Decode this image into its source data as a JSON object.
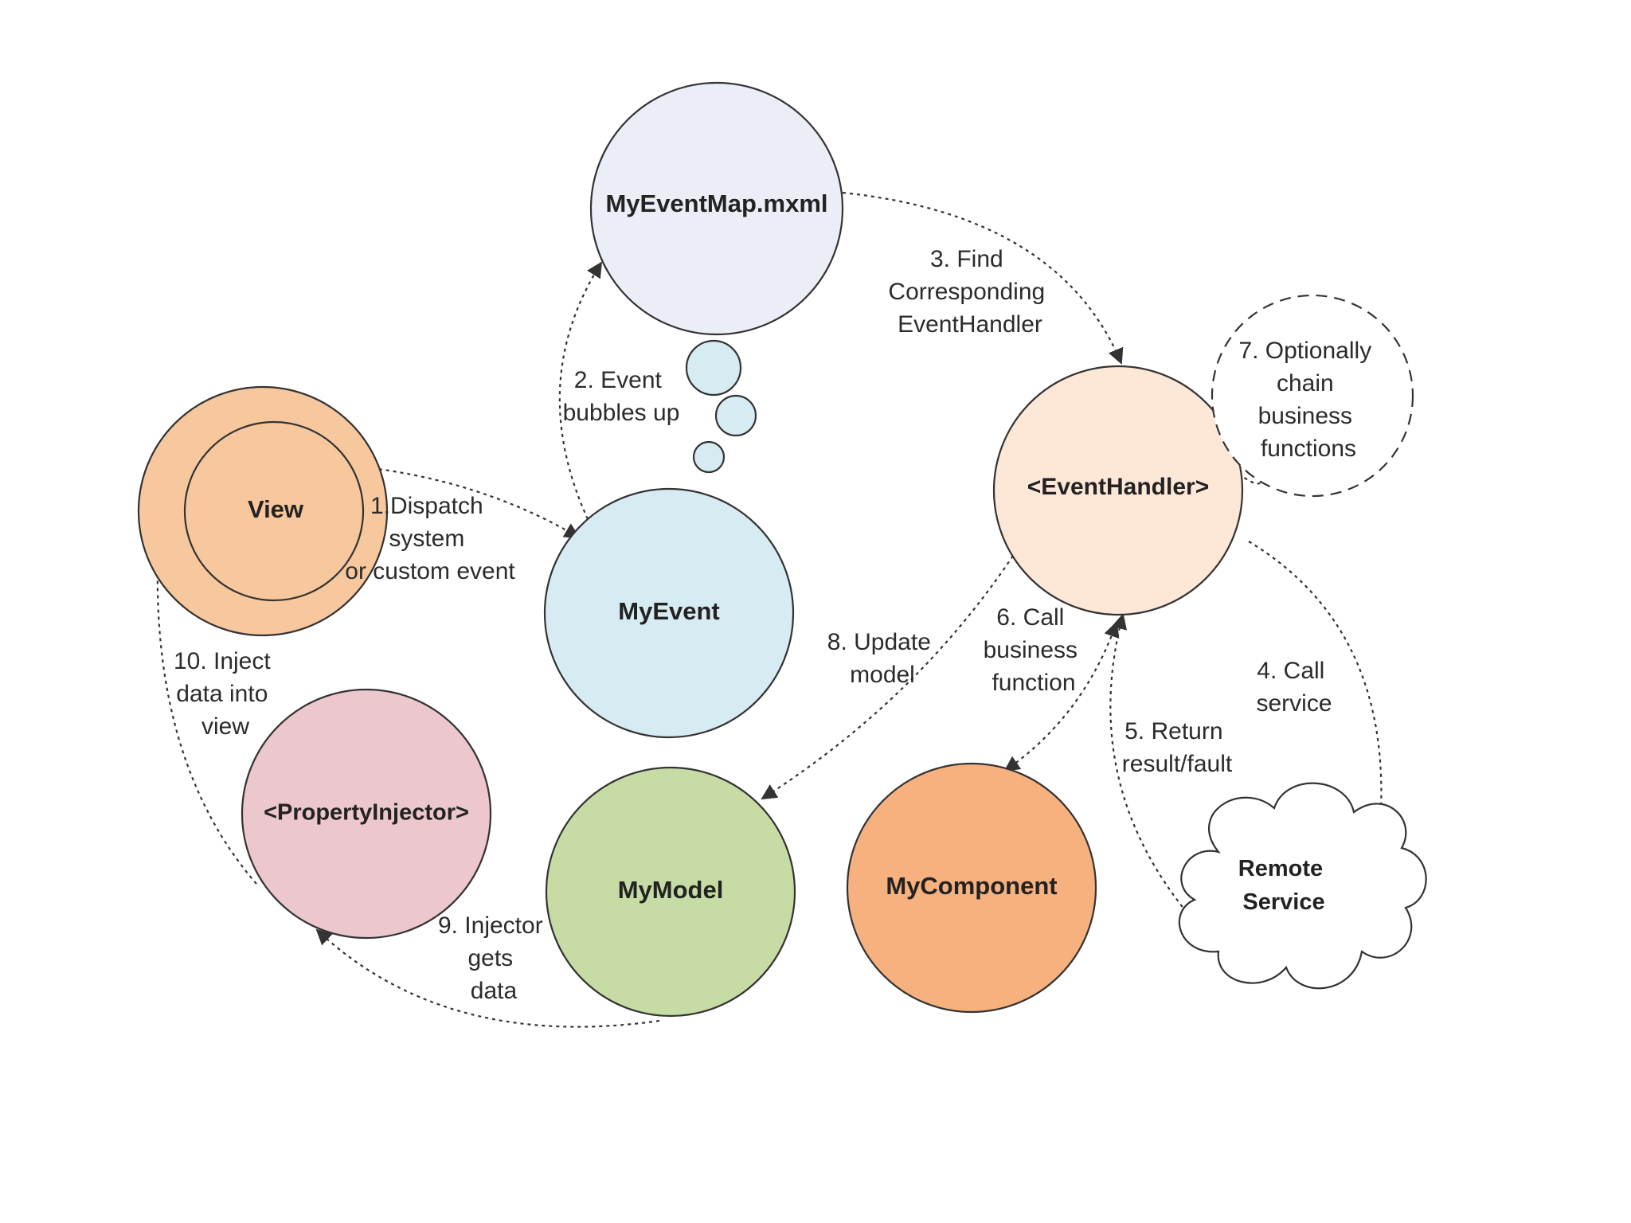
{
  "colors": {
    "event_map": "#eceef7",
    "my_event": "#d6ebf2",
    "bubble": "#d6ebf2",
    "view": "#f7c79d",
    "event_handler": "#fde7d7",
    "property_injector": "#ecc7cd",
    "my_model": "#c7dba5",
    "my_component": "#f6b17f",
    "cloud": "#ffffff",
    "stroke": "#333333"
  },
  "nodes": {
    "event_map": "MyEventMap.mxml",
    "my_event": "MyEvent",
    "view": "View",
    "event_handler": "<EventHandler>",
    "property_injector": "<PropertyInjector>",
    "my_model": "MyModel",
    "my_component": "MyComponent",
    "remote_service": [
      "Remote",
      "Service"
    ]
  },
  "steps": {
    "s1": [
      "1.Dispatch",
      "system",
      "or custom event"
    ],
    "s2": [
      "2. Event",
      "bubbles up"
    ],
    "s3": [
      "3. Find",
      "Corresponding",
      "EventHandler"
    ],
    "s4": [
      "4. Call",
      "service"
    ],
    "s5": [
      "5. Return",
      "result/fault"
    ],
    "s6": [
      "6. Call",
      "business",
      "function"
    ],
    "s7": [
      "7. Optionally",
      "chain",
      "business",
      "functions"
    ],
    "s8": [
      "8. Update",
      "model"
    ],
    "s9": [
      "9. Injector",
      "gets",
      "data"
    ],
    "s10": [
      "10. Inject",
      "data into",
      "view"
    ]
  }
}
